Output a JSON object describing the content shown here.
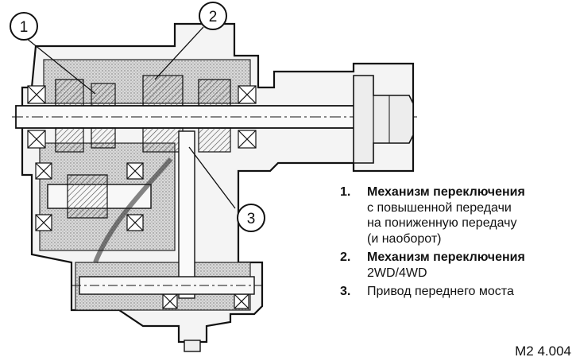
{
  "callouts": [
    {
      "number": "1"
    },
    {
      "number": "2"
    },
    {
      "number": "3"
    }
  ],
  "legend": [
    {
      "number": "1.",
      "lines": [
        "Механизм переключения",
        "с повышенной передачи",
        "на пониженную передачу",
        "(и наоборот)"
      ]
    },
    {
      "number": "2.",
      "lines": [
        "Механизм переключения",
        "2WD/4WD"
      ]
    },
    {
      "number": "3.",
      "lines": [
        "Привод переднего моста"
      ]
    }
  ],
  "figure_code": "M2 4.004",
  "colors": {
    "ink": "#111111",
    "hatch": "#6a6a6a",
    "paper": "#ffffff"
  }
}
